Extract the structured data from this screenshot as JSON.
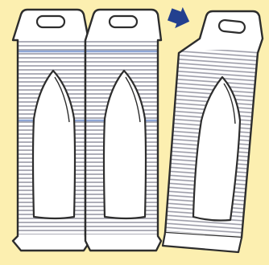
{
  "diagram": {
    "background_color": "#fcefb0",
    "outline_color": "#2d2d2d",
    "stripe_color": "#9a9aa6",
    "accent_stripe_color": "#8fa7d6",
    "arrow_color": "#23408f",
    "capsule_fill": "#ffffff",
    "strip_fill": "#ffffff",
    "panels": [
      {
        "name": "attached-blister-left",
        "state": "attached"
      },
      {
        "name": "attached-blister-middle",
        "state": "attached"
      },
      {
        "name": "detached-blister-right",
        "state": "detached"
      }
    ],
    "arrow": {
      "icon": "arrow-right-icon",
      "meaning": "separate-one-dose"
    }
  }
}
